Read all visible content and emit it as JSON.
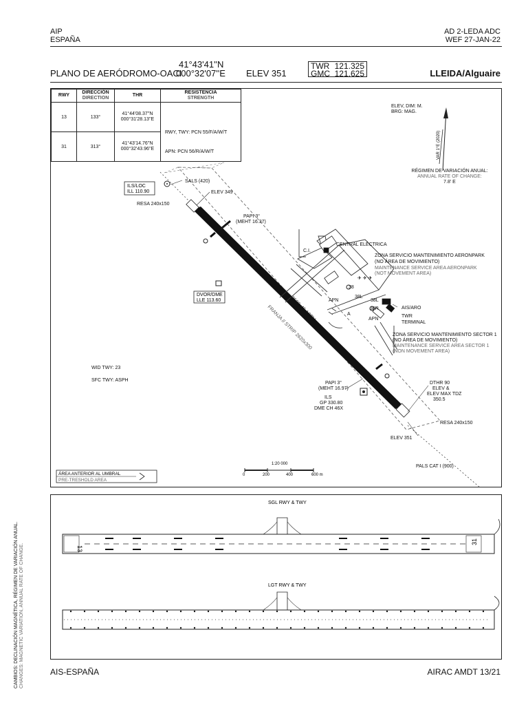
{
  "header": {
    "aip": "AIP",
    "country": "ESPAÑA",
    "doc_id": "AD 2-LEDA ADC",
    "wef": "WEF 27-JAN-22"
  },
  "title": {
    "chart_name": "PLANO DE AERÓDROMO-OACI",
    "lat": "41°43'41''N",
    "lon": "000°32'07''E",
    "elev": "ELEV  351",
    "airport": "LLEIDA/Alguaire"
  },
  "frequencies": [
    {
      "name": "TWR",
      "value": "121.325"
    },
    {
      "name": "GMC",
      "value": "121.625"
    }
  ],
  "runway_table": {
    "headers": {
      "rwy": "RWY",
      "direction_es": "DIRECCIÓN",
      "direction_en": "DIRECTION",
      "thr": "THR",
      "strength_es": "RESISTENCIA",
      "strength_en": "STRENGTH"
    },
    "rows": [
      {
        "rwy": "13",
        "direction": "133°",
        "thr_lat": "41°44'08.37''N",
        "thr_lon": "000°31'28.13''E"
      },
      {
        "rwy": "31",
        "direction": "313°",
        "thr_lat": "41°43'14.76''N",
        "thr_lon": "000°32'43.96''E"
      }
    ],
    "strength_rwy": "RWY, TWY:   PCN 55/F/A/W/T",
    "strength_apn": "APN:   PCN 56/R/A/W/T"
  },
  "notes": {
    "elev_dim": "ELEV, DIM: M.",
    "brg": "BRG: MAG.",
    "var": "VAR 1°E (2020)",
    "variation_es": "RÉGIMEN DE VARIACIÓN ANUAL:",
    "variation_en": "ANNUAL RATE OF CHANGE:",
    "variation_value": "7.8' E",
    "twy_width": "WID TWY: 23",
    "twy_surface": "SFC TWY: ASPH"
  },
  "map_labels": {
    "ils_loc": "ILS/LOC",
    "ils_loc_freq": "ILL 110.90",
    "sals": "SALS (420)",
    "elev_349": "ELEV 349",
    "resa_top": "RESA 240x150",
    "papi_top": "PAPI 3°",
    "papi_top_meht": "(MEHT 16.37)",
    "dvor": "DVOR/DME",
    "dvor_freq": "LLE 113.60",
    "central": "CENTRAL ELÉCTRICA",
    "ci": "C.I.",
    "zona1_es": "ZONA SERVICIO MANTENIMIENTO AERONPARK",
    "zona1_es2": "(NO ÁREA DE MOVIMIENTO)",
    "zona1_en": "MAINTENANCE SERVICE AREA AERONPARK",
    "zona1_en2": "(NOT MOVEMENT AREA)",
    "stand_38": "38",
    "stand_38l": "38L",
    "stand_38r": "38R",
    "apn_left": "APN",
    "apn_right": "APN",
    "twy_a": "A",
    "ais": "AIS/ARO",
    "twr": "TWR",
    "terminal": "TERMINAL",
    "zona2_es": "ZONA SERVICIO MANTENIMIENTO SECTOR 1",
    "zona2_es2": "(NO ÁREA DE MOVIMIENTO)",
    "zona2_en": "MAINTENANCE SERVICE AREA SECTOR 1",
    "zona2_en2": "(NON MOVEMENT AREA)",
    "rwy_dims": "2500x45 ASPH",
    "strip": "FRANJA // STRIP 2620x300",
    "papi_bot": "PAPI 3°",
    "papi_bot_meht": "(MEHT 16.97)",
    "ils_bot": "ILS",
    "ils_gp": "GP 330.80",
    "ils_dme": "DME CH 46X",
    "dthr": "DTHR 90",
    "elev_line": "ELEV &",
    "elev_max": "ELEV MAX TDZ",
    "elev_max_val": "350.5",
    "resa_bot": "RESA 240x150",
    "elev_351": "ELEV 351",
    "pals": "PALS CAT I (900)",
    "pre_thr_es": "ÁREA ANTERIOR AL UMBRAL",
    "pre_thr_en": "PRE-TRESHOLD AREA",
    "rwy13": "13",
    "rwy31": "31"
  },
  "scale": {
    "ratio": "1:20 000",
    "ticks": [
      "0",
      "200",
      "400",
      "600 m"
    ]
  },
  "lighting": {
    "sgl_title": "SGL RWY & TWY",
    "lgt_title": "LGT RWY & TWY",
    "sgl_rwy13": "13",
    "sgl_rwy31": "31"
  },
  "side_note": {
    "es": "CAMBIOS: DECLINACIÓN MAGNÉTICA, RÉGIMEN DE VARIACIÓN ANUAL.",
    "en": "CHANGES: MAGNETIC VARIATION, ANNUAL RATE OF CHANGE."
  },
  "footer": {
    "left": "AIS-ESPAÑA",
    "right": "AIRAC AMDT 13/21"
  }
}
